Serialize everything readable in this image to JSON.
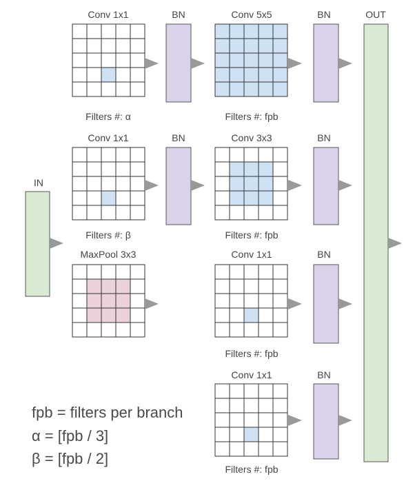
{
  "colors": {
    "in_out_fill": "#d9ead3",
    "in_out_stroke": "#555555",
    "bn_fill": "#d9d2e9",
    "conv_highlight": "#cfe2f3",
    "pool_highlight": "#ead1dc",
    "grid_line": "#333333",
    "arrow": "#999999"
  },
  "labels": {
    "in": "IN",
    "out": "OUT",
    "bn": "BN"
  },
  "branches": [
    {
      "first": {
        "title": "Conv 1x1",
        "caption": "Filters #: α"
      },
      "second": {
        "title": "Conv 5x5",
        "caption": "Filters #: fpb"
      }
    },
    {
      "first": {
        "title": "Conv 1x1",
        "caption": "Filters #: β"
      },
      "second": {
        "title": "Conv 3x3",
        "caption": "Filters #: fpb"
      }
    },
    {
      "first": {
        "title": "MaxPool 3x3",
        "caption": ""
      },
      "second": {
        "title": "Conv 1x1",
        "caption": "Filters #: fpb"
      }
    },
    {
      "second": {
        "title": "Conv 1x1",
        "caption": "Filters #: fpb"
      }
    }
  ],
  "legend": {
    "line1": "fpb = filters per branch",
    "line2": "α = [fpb / 3]",
    "line3": "β = [fpb / 2]"
  }
}
